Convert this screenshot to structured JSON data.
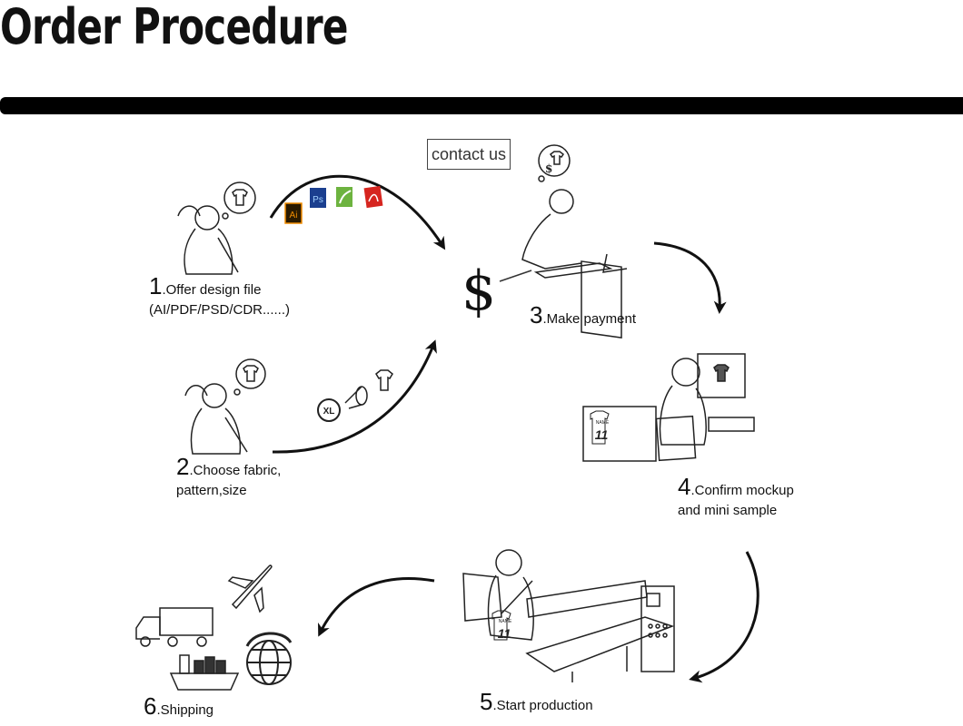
{
  "title": "Order Procedure",
  "contact_button": "contact us",
  "payment_symbol": "$",
  "steps": [
    {
      "number": "1",
      "line1": ".Offer design file",
      "line2": "(AI/PDF/PSD/CDR......)"
    },
    {
      "number": "2",
      "line1": ".Choose fabric,",
      "line2": "pattern,size"
    },
    {
      "number": "3",
      "line1": ".Make payment",
      "line2": ""
    },
    {
      "number": "4",
      "line1": ".Confirm mockup",
      "line2": "and mini sample"
    },
    {
      "number": "5",
      "line1": ".Start production",
      "line2": ""
    },
    {
      "number": "6",
      "line1": ".Shipping",
      "line2": ""
    }
  ],
  "icons": {
    "file_types": [
      "Ai",
      "Ps",
      "Cdr",
      "Pdf"
    ],
    "size_badge": "XL",
    "jersey_name": "NAME",
    "jersey_number": "11"
  },
  "colors": {
    "ai": "#f08c00",
    "ps": "#1b3f8f",
    "cdr": "#6db33f",
    "pdf": "#d6251f",
    "ink": "#111111"
  }
}
